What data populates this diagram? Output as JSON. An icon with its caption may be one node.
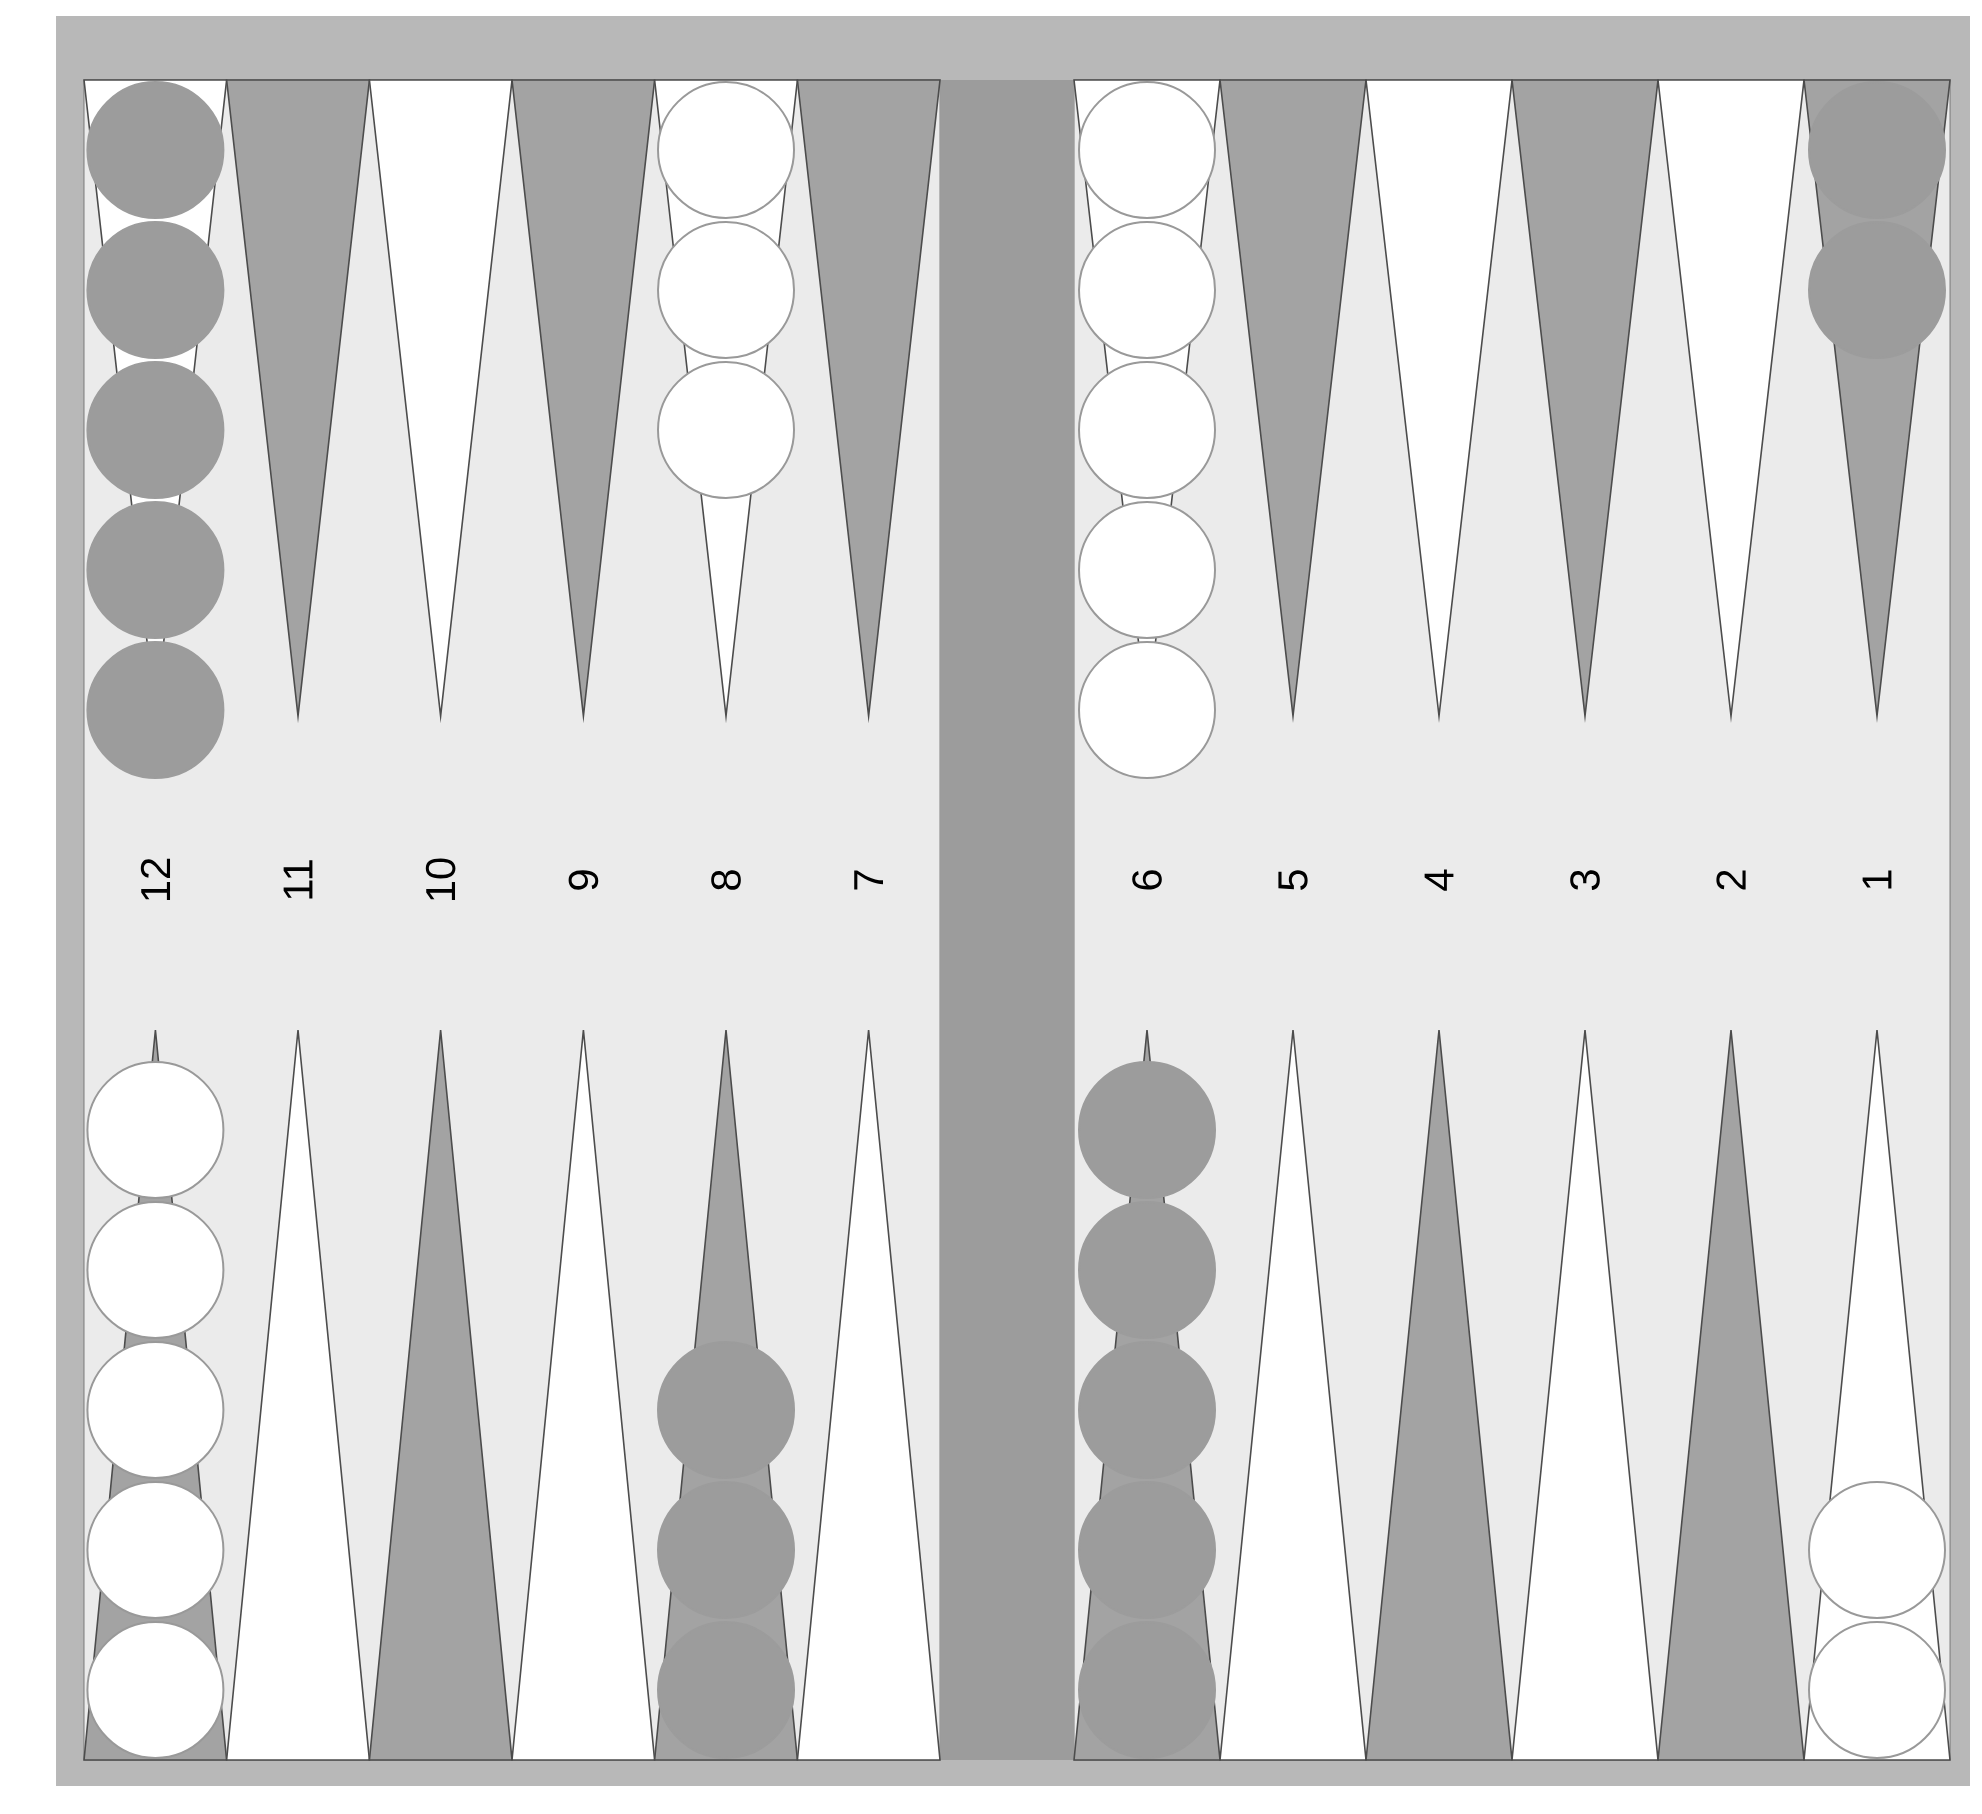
{
  "diagram": {
    "labels": [
      "12",
      "11",
      "10",
      "9",
      "8",
      "7",
      "6",
      "5",
      "4",
      "3",
      "2",
      "1"
    ]
  }
}
